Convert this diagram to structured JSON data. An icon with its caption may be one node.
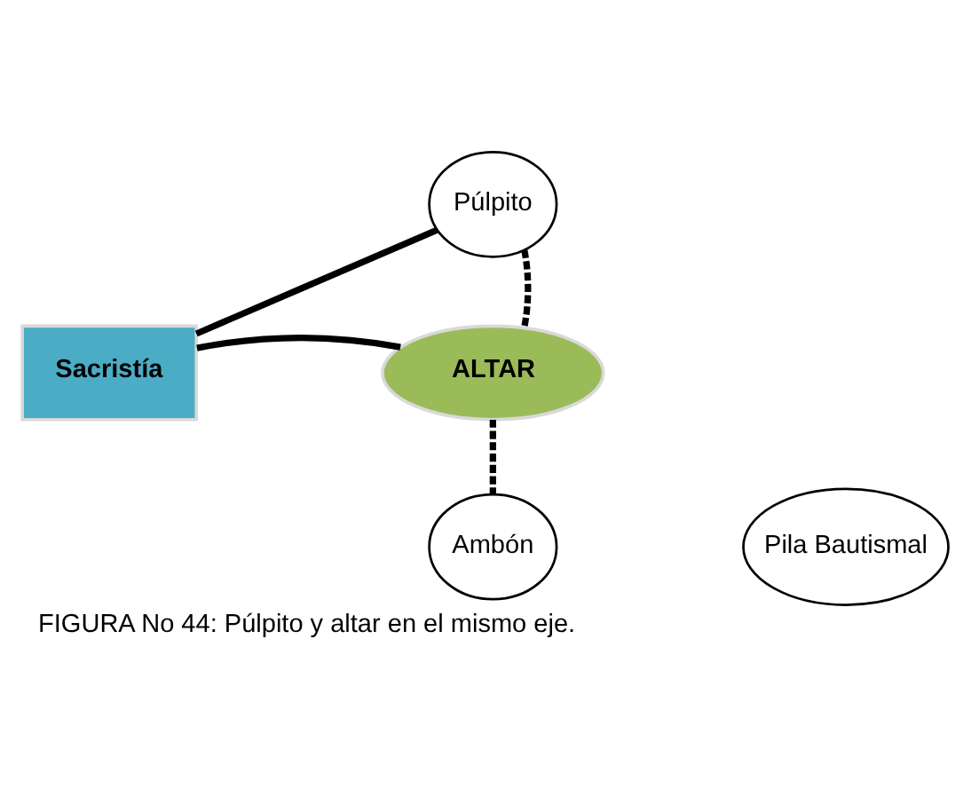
{
  "diagram": {
    "caption": "FIGURA No 44: Púlpito y altar en el mismo eje.",
    "nodes": [
      {
        "text": [
          "Púlpito"
        ]
      },
      {
        "text": [
          "Sacristía"
        ]
      },
      {
        "text": [
          "ALTAR"
        ]
      },
      {
        "text": [
          "Ambón"
        ]
      },
      {
        "text": [
          "Pila Bautismal"
        ]
      }
    ],
    "edges": [
      {
        "from": 1,
        "to": 0,
        "arrow": "none"
      },
      {
        "from": 1,
        "to": 2,
        "arrow": "none"
      },
      {
        "from": 0,
        "to": 2,
        "arrow": "none",
        "style": "dashed"
      },
      {
        "from": 2,
        "to": 3,
        "arrow": "none",
        "style": "dashed"
      }
    ]
  }
}
